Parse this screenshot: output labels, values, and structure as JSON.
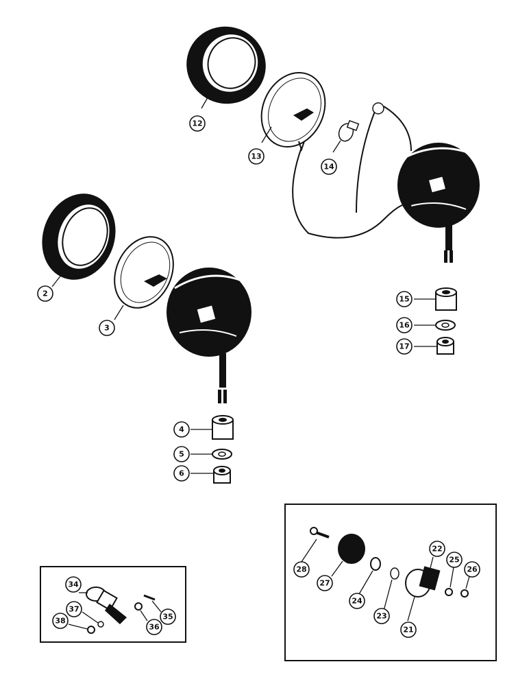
{
  "diagram": {
    "callouts": [
      {
        "id": "c2",
        "label": "2"
      },
      {
        "id": "c3",
        "label": "3"
      },
      {
        "id": "c4",
        "label": "4"
      },
      {
        "id": "c5",
        "label": "5"
      },
      {
        "id": "c6",
        "label": "6"
      },
      {
        "id": "c12",
        "label": "12"
      },
      {
        "id": "c13",
        "label": "13"
      },
      {
        "id": "c14",
        "label": "14"
      },
      {
        "id": "c15",
        "label": "15"
      },
      {
        "id": "c16",
        "label": "16"
      },
      {
        "id": "c17",
        "label": "17"
      },
      {
        "id": "c21",
        "label": "21"
      },
      {
        "id": "c22",
        "label": "22"
      },
      {
        "id": "c23",
        "label": "23"
      },
      {
        "id": "c24",
        "label": "24"
      },
      {
        "id": "c25",
        "label": "25"
      },
      {
        "id": "c26",
        "label": "26"
      },
      {
        "id": "c27",
        "label": "27"
      },
      {
        "id": "c28",
        "label": "28"
      },
      {
        "id": "c34",
        "label": "34"
      },
      {
        "id": "c35",
        "label": "35"
      },
      {
        "id": "c36",
        "label": "36"
      },
      {
        "id": "c37",
        "label": "37"
      },
      {
        "id": "c38",
        "label": "38"
      }
    ]
  }
}
